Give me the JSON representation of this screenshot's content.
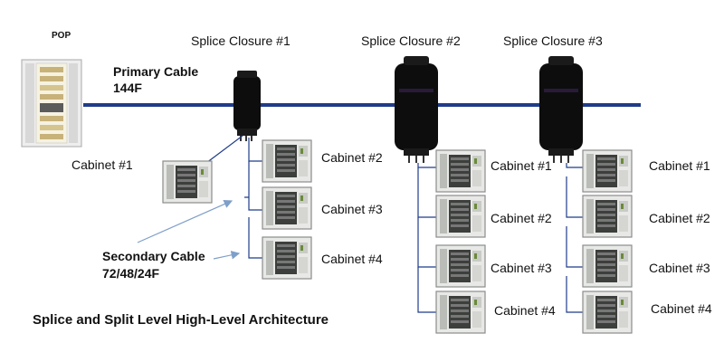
{
  "pop": {
    "label": "POP"
  },
  "primary_cable": {
    "name": "Primary Cable",
    "fibers": "144F"
  },
  "secondary_cable": {
    "name": "Secondary Cable",
    "fibers": "72/48/24F"
  },
  "splice_closures": [
    {
      "label": "Splice Closure #1",
      "cabinets": [
        "Cabinet #1",
        "Cabinet #2",
        "Cabinet #3",
        "Cabinet #4"
      ]
    },
    {
      "label": "Splice Closure #2",
      "cabinets": [
        "Cabinet #1",
        "Cabinet #2",
        "Cabinet #3",
        "Cabinet #4"
      ]
    },
    {
      "label": "Splice Closure #3",
      "cabinets": [
        "Cabinet #1",
        "Cabinet #2",
        "Cabinet #3",
        "Cabinet #4"
      ]
    }
  ],
  "caption": "Splice and Split Level High-Level Architecture",
  "colors": {
    "primary_cable": "#1f3c8a",
    "secondary_cable": "#1f3c8a",
    "closure_body": "#0d0d0d",
    "cabinet_frame": "#8a8d8a",
    "cabinet_inner": "#3c3f3c",
    "arrow": "#7f9fc8"
  }
}
